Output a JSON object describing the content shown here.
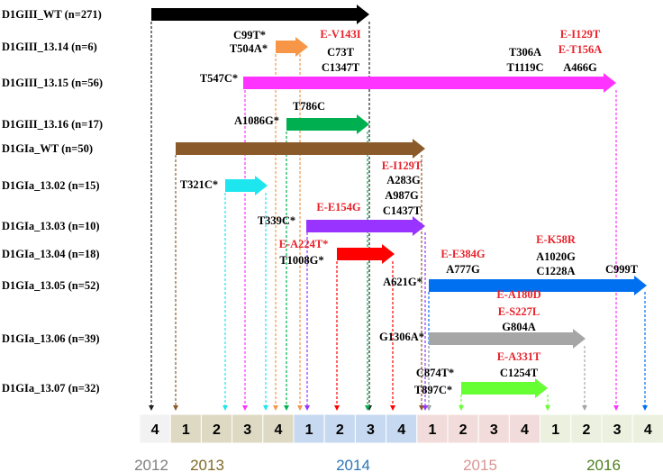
{
  "lineages": [
    {
      "label": "D1GIII_WT (n=271)",
      "color": "#000000"
    },
    {
      "label": "D1GIII_13.14 (n=6)",
      "color": "#f79646"
    },
    {
      "label": "D1GIII_13.15 (n=56)",
      "color": "#ff33ff"
    },
    {
      "label": "D1GIII_13.16 (n=17)",
      "color": "#00b050"
    },
    {
      "label": "D1GIa_WT (n=50)",
      "color": "#8b5a2b"
    },
    {
      "label": "D1GIa_13.02 (n=15)",
      "color": "#1ee6ee"
    },
    {
      "label": "D1GIa_13.03 (n=10)",
      "color": "#9933ff"
    },
    {
      "label": "D1GIa_13.04 (n=18)",
      "color": "#ff0000"
    },
    {
      "label": "D1GIa_13.05 (n=52)",
      "color": "#0070f0"
    },
    {
      "label": "D1GIa_13.06 (n=39)",
      "color": "#a6a6a6"
    },
    {
      "label": "D1GIa_13.07 (n=32)",
      "color": "#66ff33"
    }
  ],
  "mutations": [
    {
      "text": "C99T*",
      "color": "red_false"
    },
    {
      "text": "T504A*",
      "color": "red_false"
    },
    {
      "text": "E-V143I",
      "color": "red_true"
    },
    {
      "text": "C73T",
      "color": "red_false"
    },
    {
      "text": "C1347T",
      "color": "red_false"
    },
    {
      "text": "T306A",
      "color": "red_false"
    },
    {
      "text": "T1119C",
      "color": "red_false"
    },
    {
      "text": "E-I129T",
      "color": "red_true"
    },
    {
      "text": "E-T156A",
      "color": "red_true"
    },
    {
      "text": "A466G",
      "color": "red_false"
    },
    {
      "text": "T547C*",
      "color": "red_false"
    },
    {
      "text": "T786C",
      "color": "red_false"
    },
    {
      "text": "A1086G*",
      "color": "red_false"
    },
    {
      "text": "E-I129T",
      "color": "red_true"
    },
    {
      "text": "A283G",
      "color": "red_false"
    },
    {
      "text": "A987G",
      "color": "red_false"
    },
    {
      "text": "C1437T",
      "color": "red_false"
    },
    {
      "text": "T321C*",
      "color": "red_false"
    },
    {
      "text": "E-E154G",
      "color": "red_true"
    },
    {
      "text": "T339C*",
      "color": "red_false"
    },
    {
      "text": "E-A224T*",
      "color": "red_true"
    },
    {
      "text": "T1008G*",
      "color": "red_false"
    },
    {
      "text": "E-E384G",
      "color": "red_true"
    },
    {
      "text": "A777G",
      "color": "red_false"
    },
    {
      "text": "E-K58R",
      "color": "red_true"
    },
    {
      "text": "A1020G",
      "color": "red_false"
    },
    {
      "text": "C1228A",
      "color": "red_false"
    },
    {
      "text": "C999T",
      "color": "red_false"
    },
    {
      "text": "A621G*",
      "color": "red_false"
    },
    {
      "text": "E-A180D",
      "color": "red_true"
    },
    {
      "text": "E-S227L",
      "color": "red_true"
    },
    {
      "text": "G804A",
      "color": "red_false"
    },
    {
      "text": "G1306A*",
      "color": "red_false"
    },
    {
      "text": "E-A331T",
      "color": "red_true"
    },
    {
      "text": "C874T*",
      "color": "red_false"
    },
    {
      "text": "C1254T",
      "color": "red_false"
    },
    {
      "text": "T897C*",
      "color": "red_false"
    }
  ],
  "timeline": {
    "quarters": [
      "4",
      "1",
      "2",
      "3",
      "4",
      "1",
      "2",
      "3",
      "4",
      "1",
      "2",
      "3",
      "4",
      "1",
      "2",
      "3",
      "4"
    ],
    "quarter_colors": [
      "#f2f2f2",
      "#ddd9c3",
      "#ddd9c3",
      "#ddd9c3",
      "#ddd9c3",
      "#c6d9f1",
      "#c6d9f1",
      "#c6d9f1",
      "#c6d9f1",
      "#f2dcdb",
      "#f2dcdb",
      "#f2dcdb",
      "#f2dcdb",
      "#ebf1de",
      "#ebf1de",
      "#ebf1de",
      "#ebf1de"
    ],
    "years": [
      {
        "label": "2012",
        "color": "#7f7f7f"
      },
      {
        "label": "2013",
        "color": "#7f6a27"
      },
      {
        "label": "2014",
        "color": "#2e75b6"
      },
      {
        "label": "2015",
        "color": "#d99594"
      },
      {
        "label": "2016",
        "color": "#4f7f1f"
      }
    ]
  }
}
